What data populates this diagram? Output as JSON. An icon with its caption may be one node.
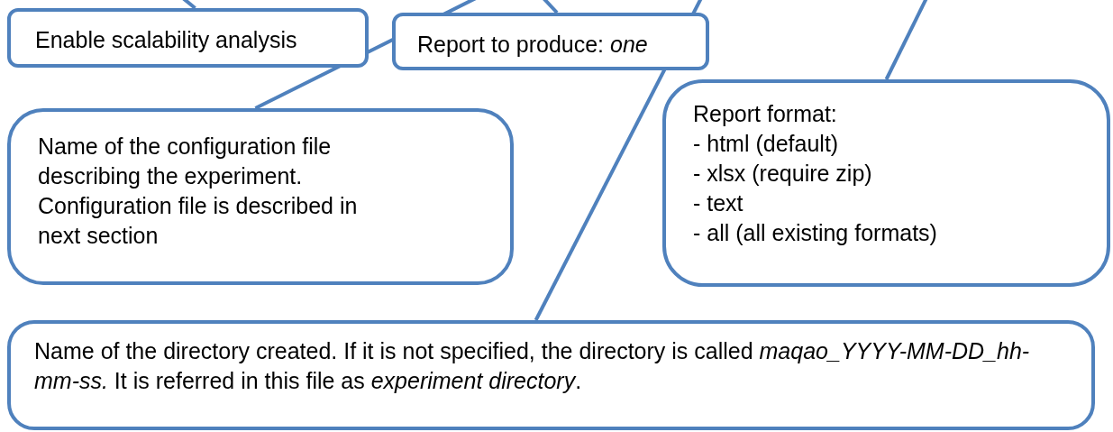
{
  "diagram": {
    "nodes": [
      {
        "text": [
          "Enable scalability analysis"
        ]
      },
      {
        "text": [
          "Report to produce: *one*"
        ]
      },
      {
        "text": [
          "Name of the configuration file describing the experiment.",
          "Configuration file is described in next section"
        ]
      },
      {
        "text": [
          "Report format:",
          "- html (default)",
          "- xlsx (require zip)",
          "- text",
          "- all (all existing formats)"
        ]
      },
      {
        "text": [
          "Name of the directory created. If it is not specified, the directory is called *maqao_YYYY-MM-DD_hh-mm-ss.* It is referred in this file as *experiment directory*."
        ]
      }
    ],
    "edges": [
      {
        "from": null,
        "to": 0,
        "arrow": "none"
      },
      {
        "from": null,
        "to": 2,
        "arrow": "none"
      },
      {
        "from": null,
        "to": 1,
        "arrow": "none"
      },
      {
        "from": null,
        "to": 4,
        "arrow": "none"
      },
      {
        "from": null,
        "to": 3,
        "arrow": "none"
      }
    ]
  }
}
